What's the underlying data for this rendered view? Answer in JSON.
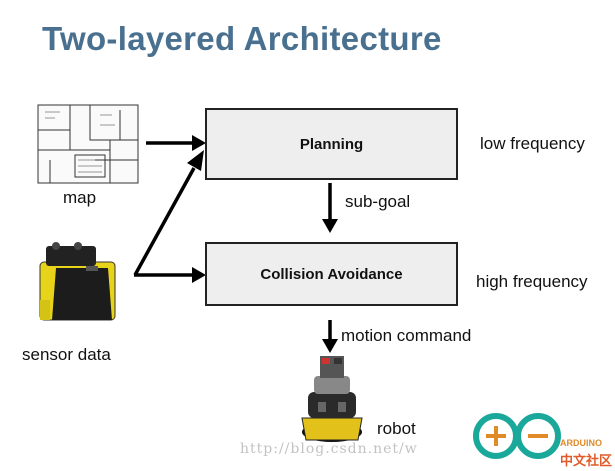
{
  "title": "Two-layered Architecture",
  "boxes": {
    "planning": "Planning",
    "collision": "Collision Avoidance"
  },
  "labels": {
    "map": "map",
    "sensor": "sensor data",
    "low_freq": "low frequency",
    "high_freq": "high frequency",
    "subgoal": "sub-goal",
    "motion": "motion command",
    "robot": "robot"
  },
  "watermark": "http://blog.csdn.net/w",
  "logo": {
    "text": "ARDUINO",
    "cn": "中文社区"
  },
  "colors": {
    "title": "#4a7090",
    "box_fill": "#eeeeee",
    "sensor_yellow": "#e7d41a",
    "logo_teal": "#1aa89a",
    "logo_orange": "#e08a2a"
  },
  "icons": [
    "map-floorplan-image",
    "laser-sensor-image",
    "robot-image",
    "arduino-logo"
  ]
}
